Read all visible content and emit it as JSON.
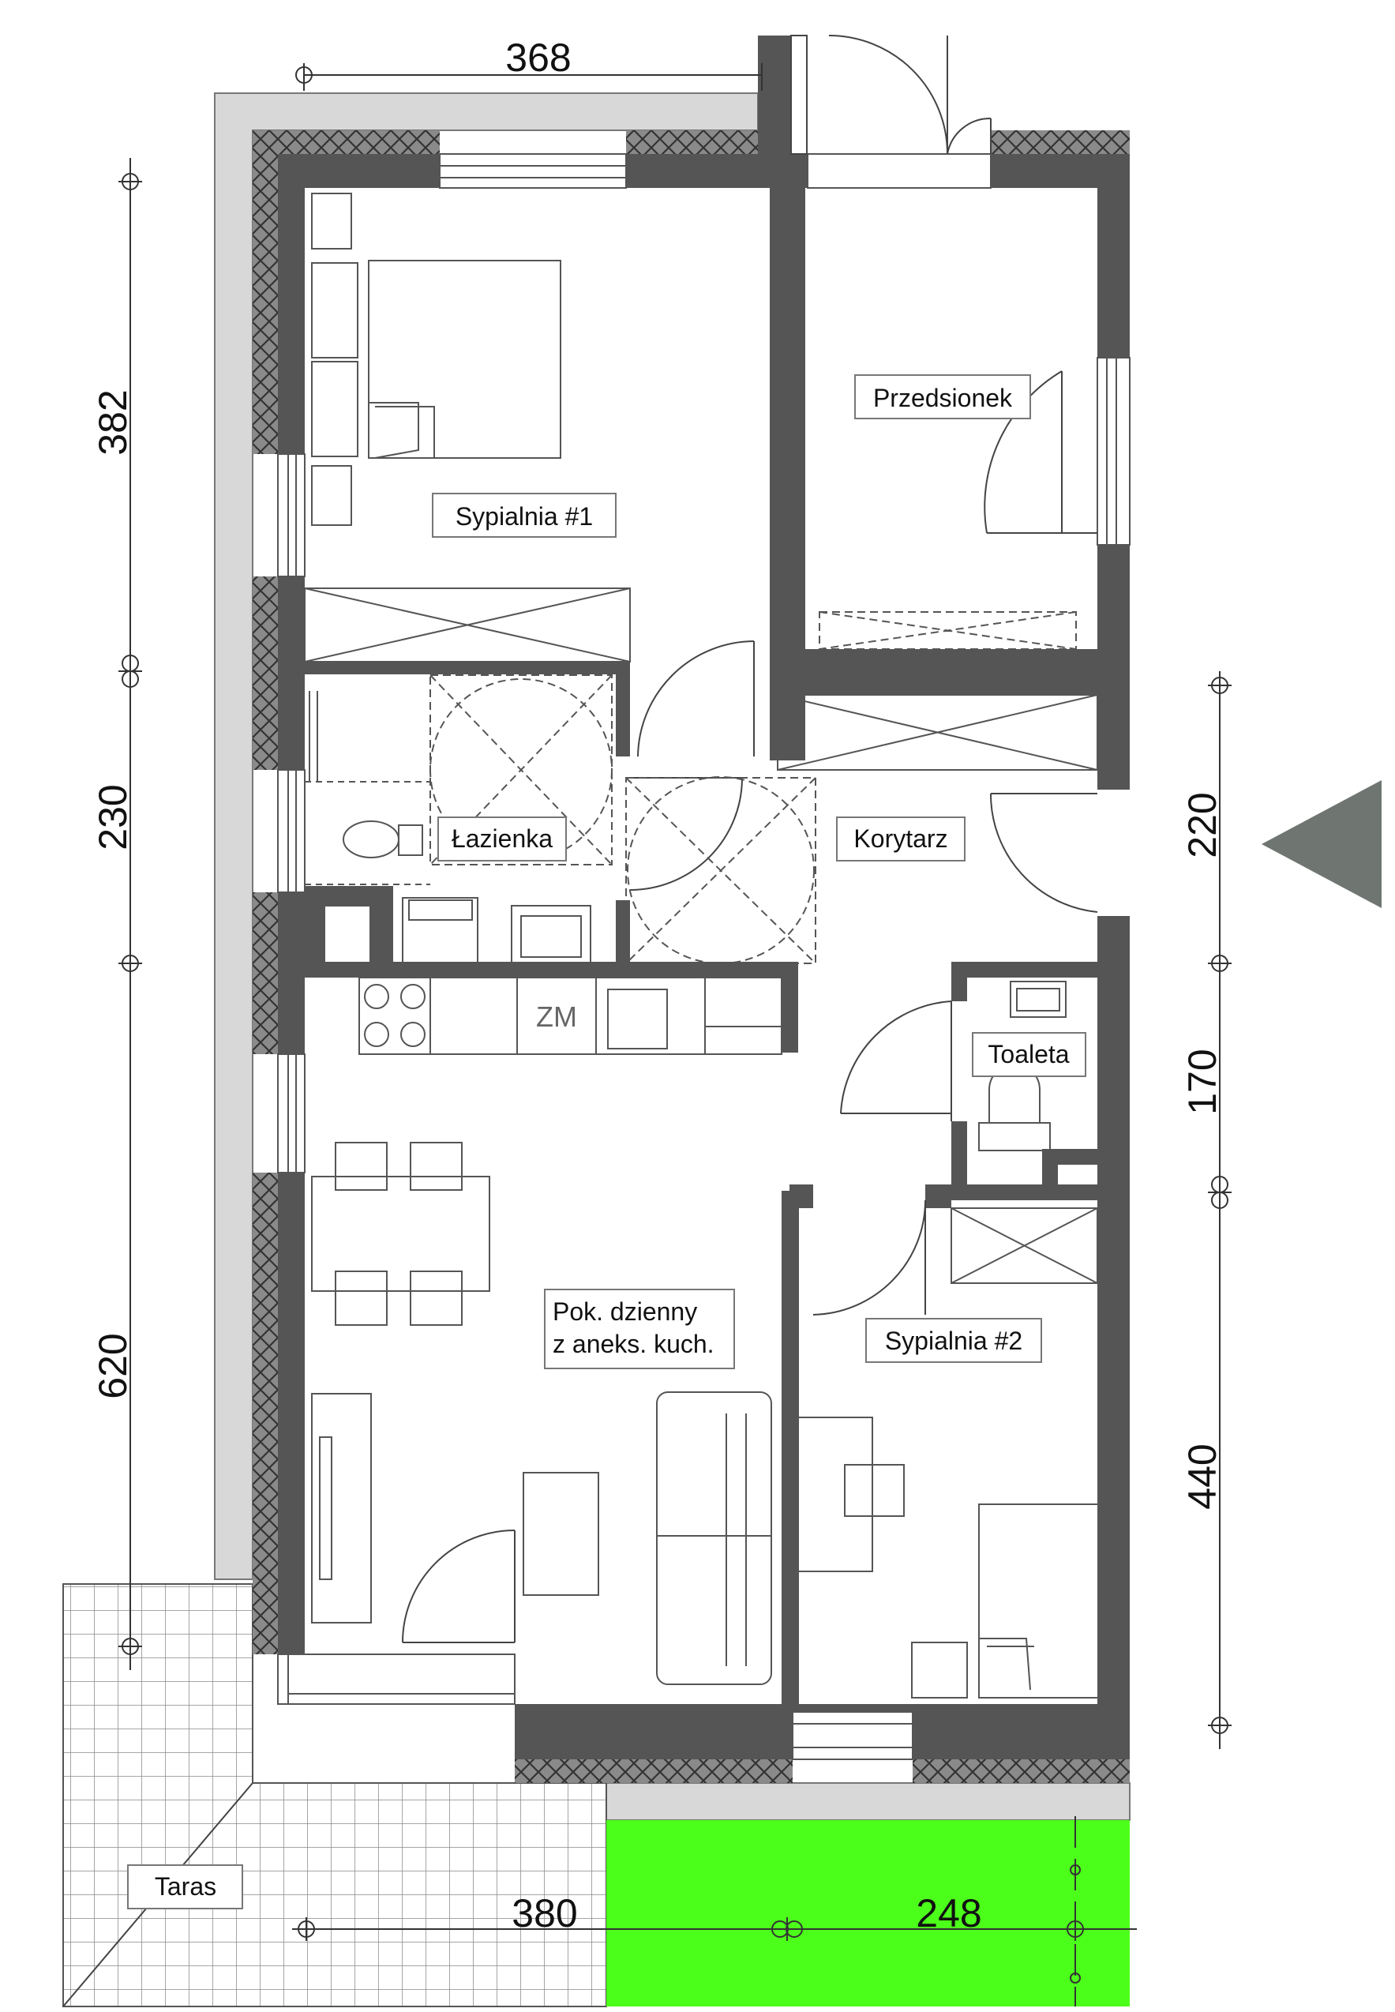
{
  "rooms": {
    "sypialnia1": "Sypialnia #1",
    "przedsionek": "Przedsionek",
    "lazienka": "Łazienka",
    "korytarz": "Korytarz",
    "toaleta": "Toaleta",
    "dzienny_line1": "Pok. dzienny",
    "dzienny_line2": "z aneks. kuch.",
    "sypialnia2": "Sypialnia #2",
    "taras": "Taras"
  },
  "fixtures": {
    "washer": "ZM"
  },
  "dimensions": {
    "top": "368",
    "left_top": "382",
    "left_mid": "230",
    "left_bottom": "620",
    "right_top": "220",
    "right_mid": "170",
    "right_bottom": "440",
    "bottom_left": "380",
    "bottom_right": "248"
  },
  "colors": {
    "wall": "#555555",
    "insulation": "#666666",
    "outer_band": "#d6d6d6",
    "garden": "#4cff1a",
    "north_arrow": "#6f7672"
  }
}
